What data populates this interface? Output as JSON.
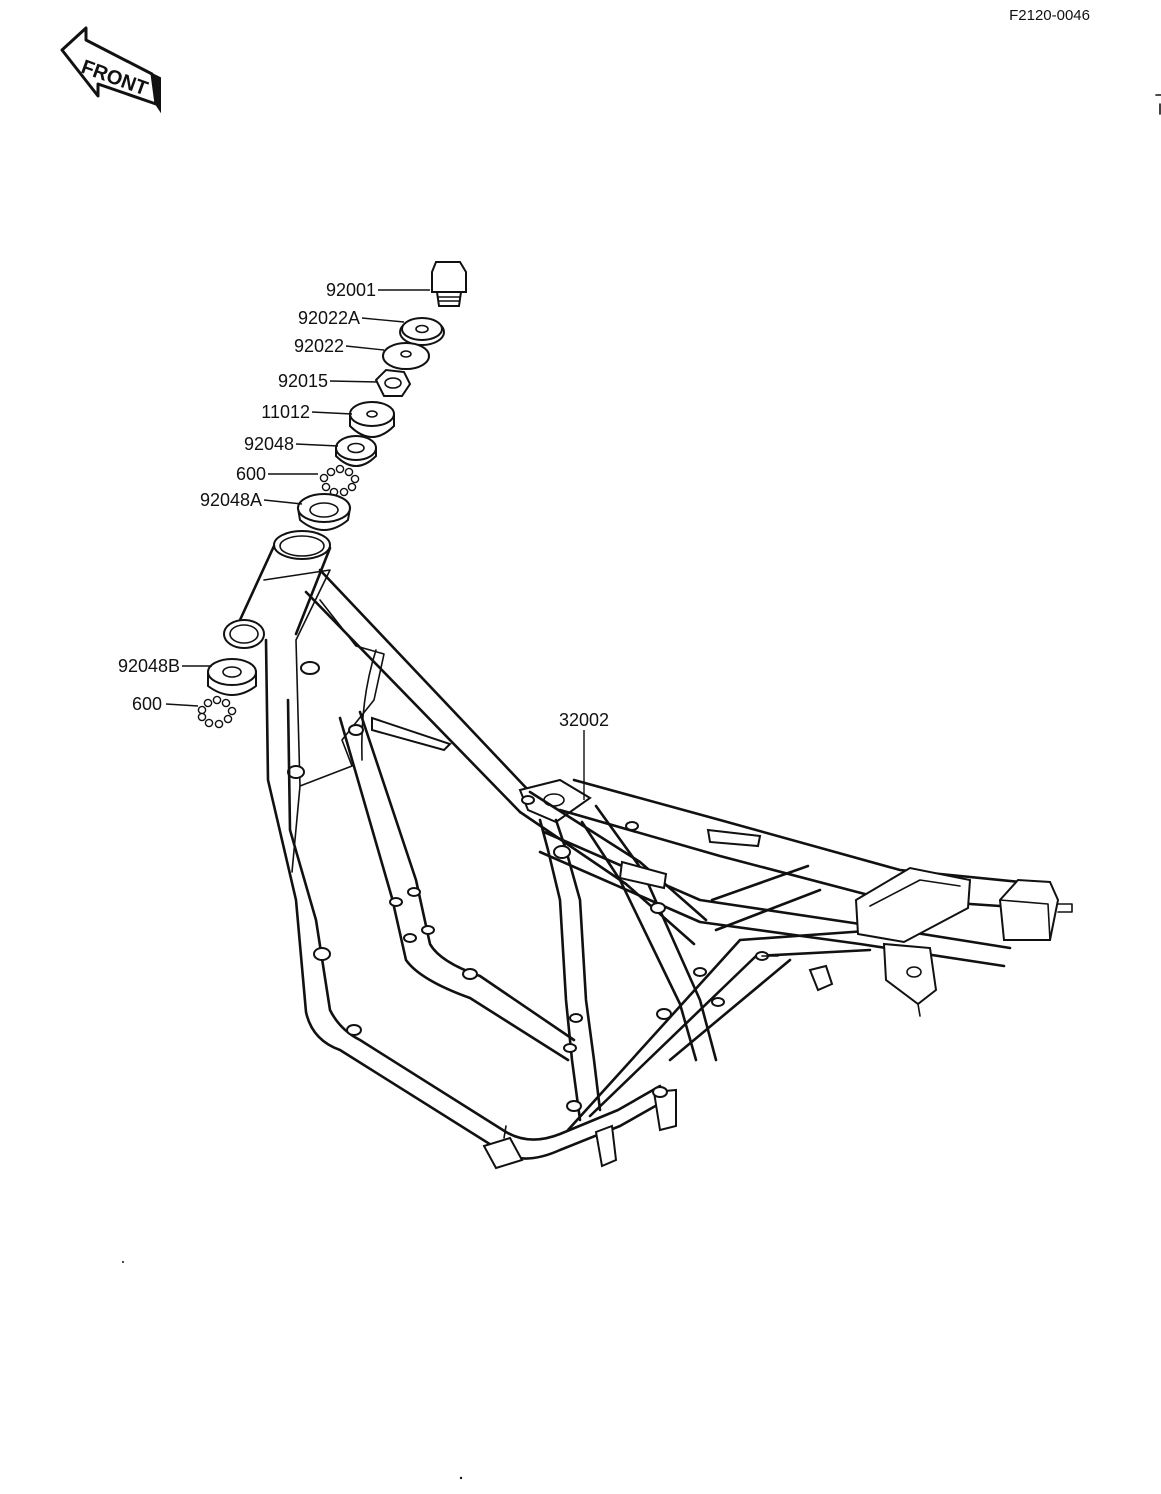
{
  "document_code": "F2120-0046",
  "front_badge": "FRONT",
  "callouts": {
    "c92001": "92001",
    "c92022A": "92022A",
    "c92022": "92022",
    "c92015": "92015",
    "c11012": "11012",
    "c92048": "92048",
    "c600a": "600",
    "c92048A": "92048A",
    "c92048B": "92048B",
    "c600b": "600",
    "c32002": "32002"
  }
}
